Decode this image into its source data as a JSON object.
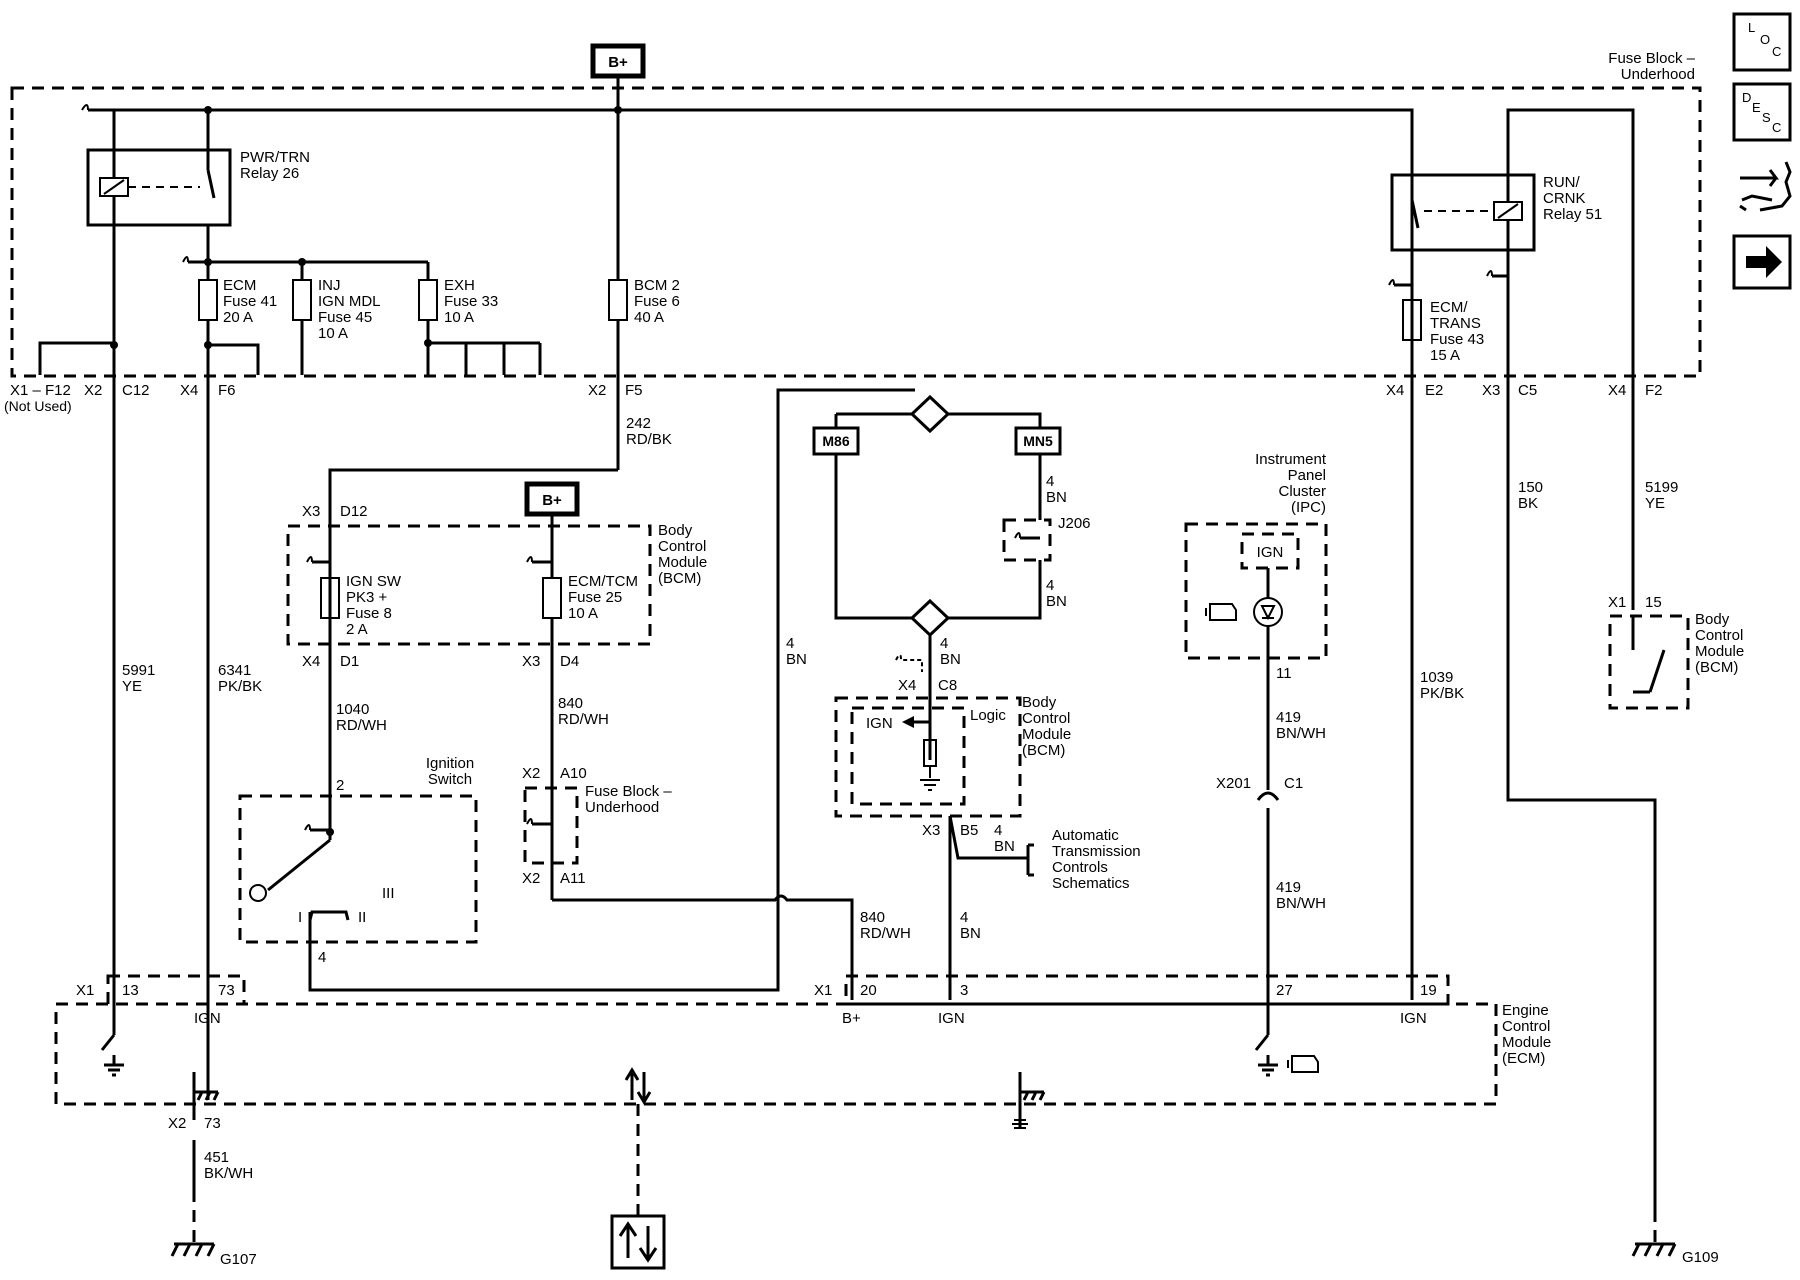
{
  "fuse_block_title": [
    "Fuse Block –",
    "Underhood"
  ],
  "bplus": "B+",
  "relay_pwr": [
    "PWR/TRN",
    "Relay 26"
  ],
  "relay_run": [
    "RUN/",
    "CRNK",
    "Relay 51"
  ],
  "fuses": {
    "ecm41": [
      "ECM",
      "Fuse 41",
      "20 A"
    ],
    "inj45": [
      "INJ",
      "IGN MDL",
      "Fuse 45",
      "10 A"
    ],
    "exh33": [
      "EXH",
      "Fuse 33",
      "10 A"
    ],
    "bcm6": [
      "BCM 2",
      "Fuse 6",
      "40 A"
    ],
    "ecmtrans43": [
      "ECM/",
      "TRANS",
      "Fuse 43",
      "15 A"
    ],
    "ignsw8": [
      "IGN SW",
      "PK3 +",
      "Fuse 8",
      "2 A"
    ],
    "ecmtcm25": [
      "ECM/TCM",
      "Fuse 25",
      "10 A"
    ]
  },
  "connectors": {
    "x1_f12": "X1 – F12",
    "not_used": "(Not Used)",
    "x2": "X2",
    "c12": "C12",
    "x4": "X4",
    "f6": "F6",
    "f5": "F5",
    "e2": "E2",
    "x3": "X3",
    "c5": "C5",
    "f2": "F2",
    "d12": "D12",
    "d1": "D1",
    "d4": "D4",
    "a10": "A10",
    "a11": "A11",
    "c8": "C8",
    "b5": "B5",
    "x1": "X1",
    "pin15": "15",
    "x201": "X201",
    "c1": "C1",
    "pin11": "11",
    "ecm_13": "13",
    "ecm_73": "73",
    "ecm_20": "20",
    "ecm_3": "3",
    "ecm_27": "27",
    "ecm_19": "19",
    "pin_73_b": "73",
    "ign_pin2": "2",
    "ign_pin4": "4"
  },
  "wires": {
    "w5991": [
      "5991",
      "YE"
    ],
    "w6341": [
      "6341",
      "PK/BK"
    ],
    "w242": [
      "242",
      "RD/BK"
    ],
    "w1040": [
      "1040",
      "RD/WH"
    ],
    "w840a": [
      "840",
      "RD/WH"
    ],
    "w840b": [
      "840",
      "RD/WH"
    ],
    "w4bn_left": [
      "4",
      "BN"
    ],
    "w4bn_mn5a": [
      "4",
      "BN"
    ],
    "w4bn_mn5b": [
      "4",
      "BN"
    ],
    "w4bn_c8": [
      "4",
      "BN"
    ],
    "w4bn_b5": [
      "4",
      "BN"
    ],
    "w4bn_down": [
      "4",
      "BN"
    ],
    "w419a": [
      "419",
      "BN/WH"
    ],
    "w419b": [
      "419",
      "BN/WH"
    ],
    "w1039": [
      "1039",
      "PK/BK"
    ],
    "w150": [
      "150",
      "BK"
    ],
    "w5199": [
      "5199",
      "YE"
    ],
    "w451": [
      "451",
      "BK/WH"
    ]
  },
  "modules": {
    "bcm": [
      "Body",
      "Control",
      "Module",
      "(BCM)"
    ],
    "bcm2": [
      "Body",
      "Control",
      "Module",
      "(BCM)"
    ],
    "bcm3": [
      "Body",
      "Control",
      "Module",
      "(BCM)"
    ],
    "ipc": [
      "Instrument",
      "Panel",
      "Cluster",
      "(IPC)"
    ],
    "ecm": [
      "Engine",
      "Control",
      "Module",
      "(ECM)"
    ],
    "ignition_switch": [
      "Ignition",
      "Switch"
    ],
    "fuse_block_small": [
      "Fuse Block –",
      "Underhood"
    ],
    "auto_trans": [
      "Automatic",
      "Transmission",
      "Controls",
      "Schematics"
    ]
  },
  "splices": {
    "m86": "M86",
    "mn5": "MN5",
    "j206": "J206"
  },
  "labels": {
    "ign": "IGN",
    "logic": "Logic",
    "bplus_pin": "B+",
    "sw_i": "I",
    "sw_ii": "II",
    "sw_iii": "III"
  },
  "grounds": {
    "g107": "G107",
    "g109": "G109"
  },
  "nav": {
    "loc": [
      "L",
      "O",
      "C"
    ],
    "desc": [
      "D",
      "E",
      "S",
      "C"
    ]
  }
}
